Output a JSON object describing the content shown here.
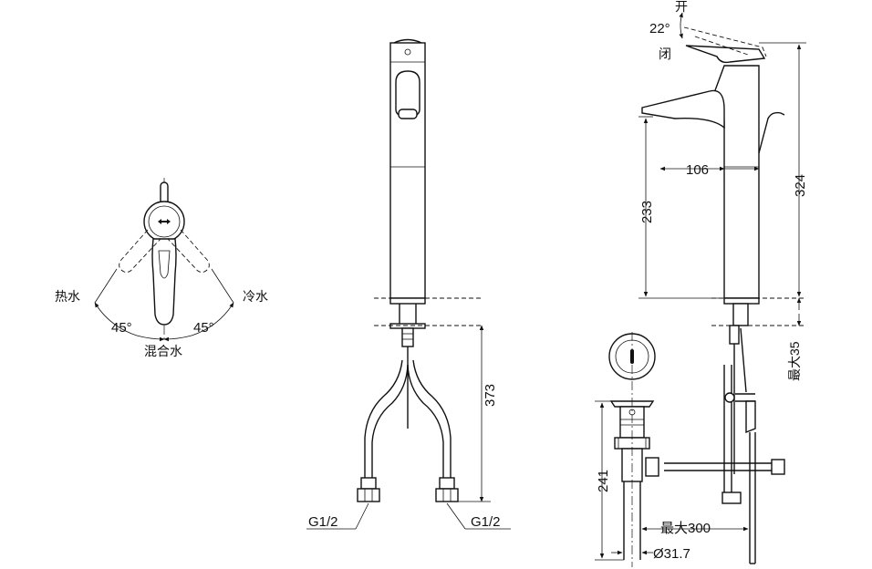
{
  "handle_view": {
    "hot_label": "热水",
    "cold_label": "冷水",
    "mixed_label": "混合水",
    "angle_left": "45°",
    "angle_right": "45°"
  },
  "front_view": {
    "dim_height": "373",
    "thread_left": "G1/2",
    "thread_right": "G1/2"
  },
  "side_view": {
    "open_label": "开",
    "closed_label": "闭",
    "lever_angle": "22°",
    "dim_spout_reach": "106",
    "dim_spout_height": "233",
    "dim_total_height": "324",
    "dim_max_thickness": "最大35"
  },
  "drain_view": {
    "dim_drain_height": "241",
    "dim_max_length": "最大300",
    "dim_diameter": "Ø31.7"
  }
}
